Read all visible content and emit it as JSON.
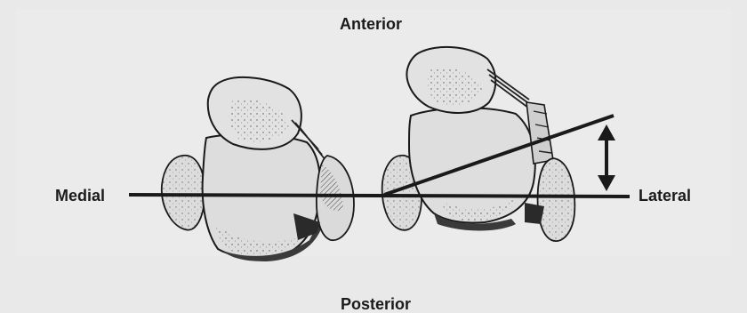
{
  "labels": {
    "top": "Anterior",
    "bottom": "Posterior",
    "left": "Medial",
    "right": "Lateral"
  },
  "colors": {
    "bone_fill": "#d9d9d9",
    "line": "#1a1a1a",
    "background": "#e9e9e9"
  }
}
